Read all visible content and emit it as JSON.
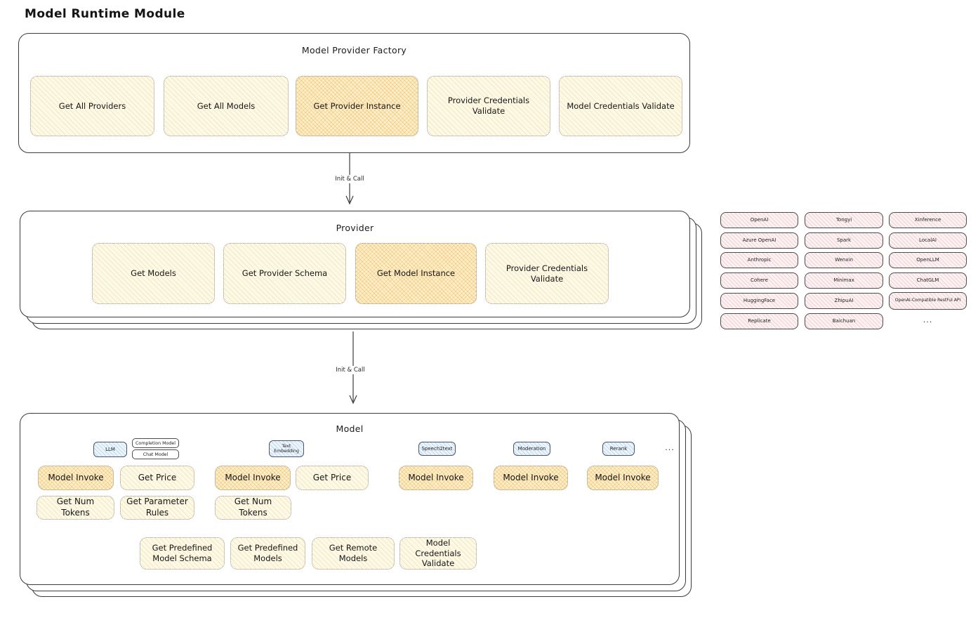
{
  "page_title": "Model Runtime Module",
  "palette": {
    "yellow_bg": "#fdf9e9",
    "yellow_hatch": "#eed078",
    "orange_bg": "#fcefce",
    "orange_hatch": "#f0b24a",
    "blue_bg": "#edf5fc",
    "blue_hatch": "#82afda",
    "pink_bg": "#fdf2f3",
    "pink_hatch": "#de939a",
    "border_dark": "#3a3a3a",
    "text": "#1d1d1d"
  },
  "arrows": {
    "factory_to_provider": "Init & Call",
    "provider_to_model": "Init & Call"
  },
  "factory": {
    "title": "Model Provider Factory",
    "buttons": [
      "Get All Providers",
      "Get All Models",
      "Get Provider Instance",
      "Provider Credentials Validate",
      "Model Credentials Validate"
    ]
  },
  "provider": {
    "title": "Provider",
    "buttons": [
      "Get Models",
      "Get Provider Schema",
      "Get Model Instance",
      "Provider Credentials Validate"
    ]
  },
  "providers_list": {
    "columns": [
      [
        "OpenAI",
        "Azure OpenAI",
        "Anthropic",
        "Cohere",
        "HuggingFace",
        "Replicate"
      ],
      [
        "Tongyi",
        "Spark",
        "Wenxin",
        "Minimax",
        "ZhipuAI",
        "Baichuan"
      ],
      [
        "Xinference",
        "LocalAI",
        "OpenLLM",
        "ChatGLM",
        "OpenAI-Compatible RestFul API"
      ]
    ],
    "more": "..."
  },
  "model": {
    "title": "Model",
    "types": [
      "LLM",
      "Text Embedding",
      "Speech2text",
      "Moderation",
      "Rerank"
    ],
    "llm_tags": [
      "Completion Model",
      "Chat Model"
    ],
    "more": "...",
    "ops": {
      "llm": [
        "Model Invoke",
        "Get Price",
        "Get Num Tokens",
        "Get Parameter Rules"
      ],
      "text_embedding": [
        "Model Invoke",
        "Get Price",
        "Get Num Tokens"
      ],
      "speech2text": [
        "Model Invoke"
      ],
      "moderation": [
        "Model Invoke"
      ],
      "rerank": [
        "Model Invoke"
      ]
    },
    "shared_ops": [
      "Get Predefined Model Schema",
      "Get Predefined Models",
      "Get Remote Models",
      "Model Credentials Validate"
    ]
  }
}
